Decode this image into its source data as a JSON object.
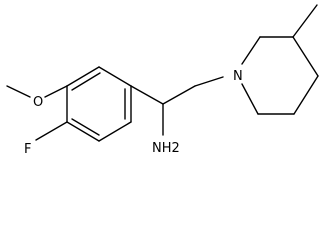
{
  "molecule": {
    "atom_labels": {
      "methoxy_oxygen": "O",
      "fluorine": "F",
      "amine": "NH2",
      "ring_nitrogen": "N"
    },
    "colors": {
      "bond": "#000000",
      "label": "#000000",
      "background": "#ffffff"
    }
  }
}
